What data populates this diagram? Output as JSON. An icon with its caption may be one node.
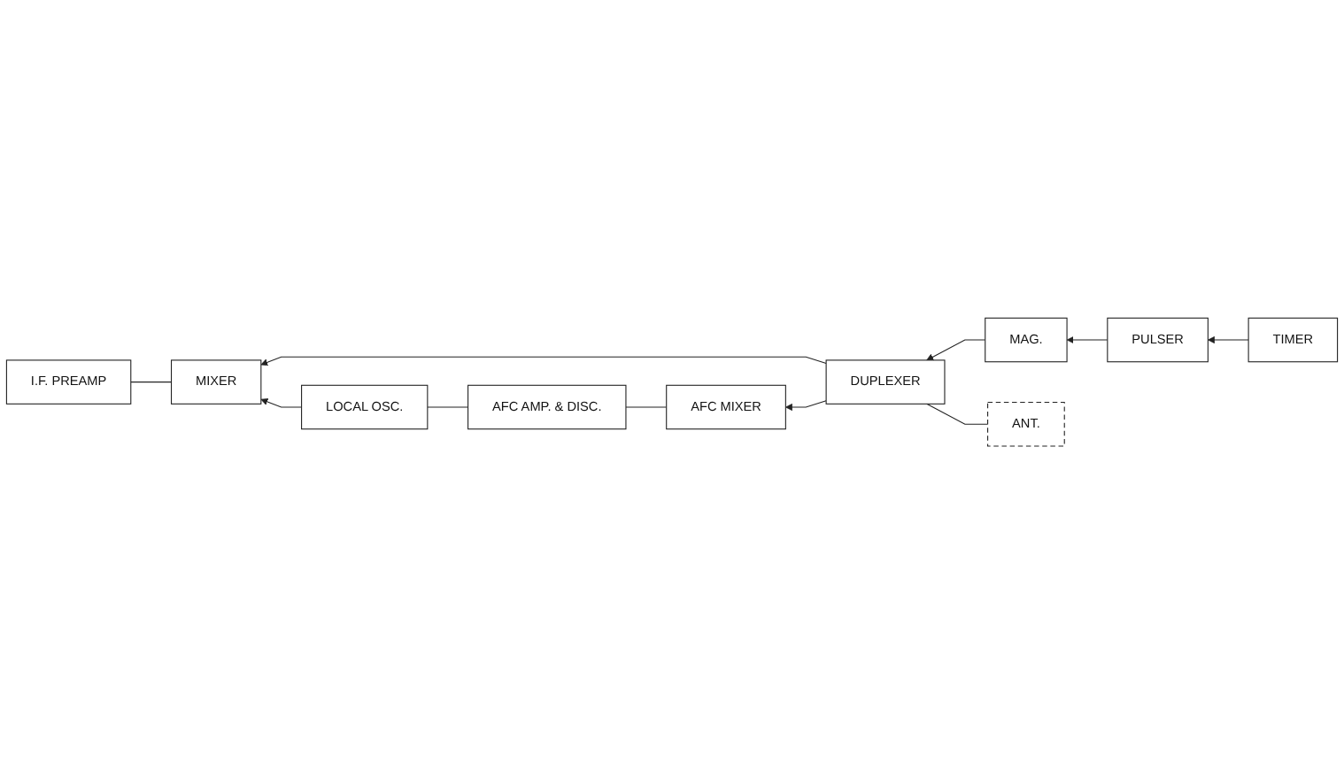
{
  "diagram": {
    "nodes": [
      {
        "text": [
          "ANT."
        ]
      },
      {
        "text": [
          "DUPLEXER"
        ]
      },
      {
        "text": [
          "MAG."
        ]
      },
      {
        "text": [
          "PULSER"
        ]
      },
      {
        "text": [
          "TIMER"
        ]
      },
      {
        "text": [
          "AFC MIXER"
        ]
      },
      {
        "text": [
          "MIXER"
        ]
      },
      {
        "text": [
          "LOCAL OSC."
        ]
      },
      {
        "text": [
          "AFC AMP. & DISC."
        ]
      },
      {
        "text": [
          "I.F. PREAMP"
        ]
      }
    ],
    "edges": [
      {
        "from": 4,
        "to": 3,
        "arrow": "to"
      },
      {
        "from": 3,
        "to": 2,
        "arrow": "to"
      },
      {
        "from": 2,
        "to": 1,
        "arrow": "to"
      },
      {
        "from": 0,
        "to": 1,
        "arrow": "none"
      },
      {
        "from": 1,
        "to": 5,
        "arrow": "to"
      },
      {
        "from": 1,
        "to": 6,
        "arrow": "to"
      },
      {
        "from": 7,
        "to": 6,
        "arrow": "to"
      },
      {
        "from": 5,
        "to": 8,
        "arrow": "none"
      },
      {
        "from": 6,
        "to": 9,
        "arrow": "none"
      },
      {
        "from": 8,
        "to": 7,
        "arrow": "none"
      }
    ]
  }
}
